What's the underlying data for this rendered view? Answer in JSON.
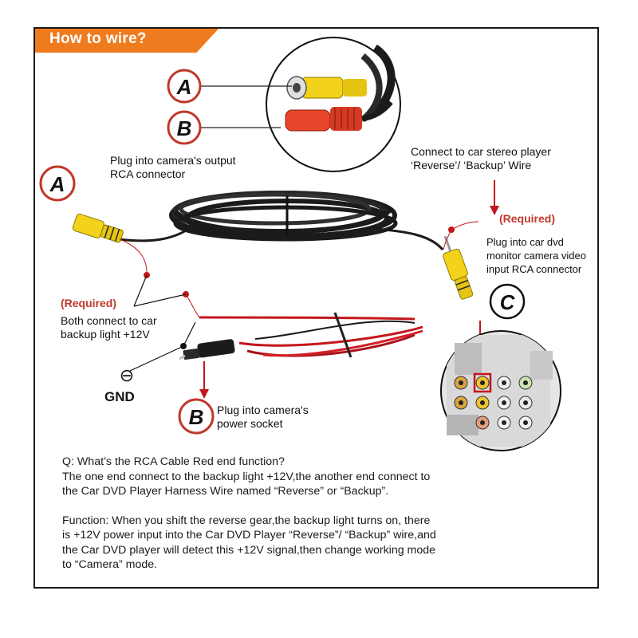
{
  "header": {
    "title": "How to wire?"
  },
  "callouts": {
    "a_letter": "A",
    "b_letter": "B",
    "c_letter": "C",
    "gnd_symbol": "⊖"
  },
  "labels": {
    "camera_output": [
      "Plug into camera's output",
      "RCA connector"
    ],
    "stereo_reverse": [
      "Connect to car stereo player",
      "‘Reverse’/ ‘Backup’ Wire"
    ],
    "required_right": "(Required)",
    "dvd_input": [
      "Plug into car dvd",
      "monitor camera video",
      "input RCA connector"
    ],
    "required_left": "(Required)",
    "backup_light": [
      "Both connect to car",
      "backup light +12V"
    ],
    "gnd": "GND",
    "power_socket": [
      "Plug into camera's",
      "power socket"
    ]
  },
  "qa": {
    "question": "Q: What’s the RCA Cable Red end function?",
    "answer": [
      "The one end connect to the backup light +12V,the another end connect to",
      "the Car DVD Player Harness Wire named “Reverse” or “Backup”."
    ],
    "function_label": "Function",
    "function_text": [
      ": When you shift the reverse gear,the backup light turns on, there",
      "is +12V power input into the Car DVD Player “Reverse”/ “Backup” wire,and",
      "the Car DVD player will detect this +12V signal,then change working mode",
      "to “Camera” mode."
    ]
  },
  "colors": {
    "accent_orange": "#ef7b1f",
    "required_red": "#c0392b",
    "connector_yellow": "#f2d21b",
    "connector_red": "#e8452a",
    "cable_black": "#1b1b1b",
    "wire_red": "#c4161c"
  }
}
